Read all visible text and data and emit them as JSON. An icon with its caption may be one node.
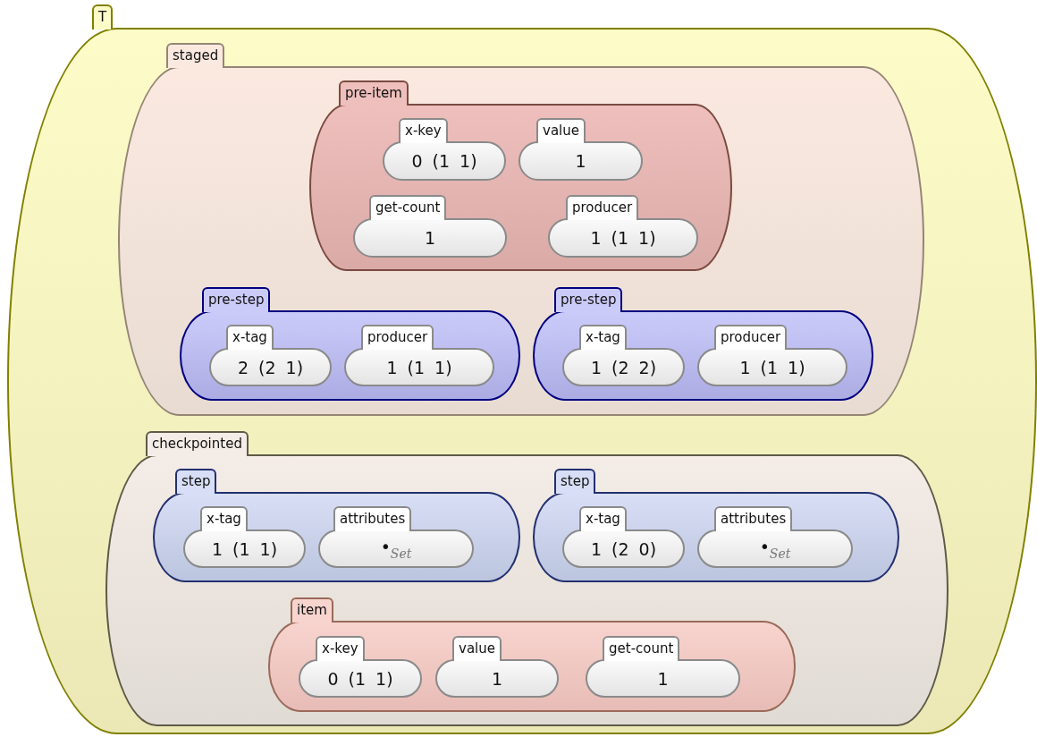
{
  "diagram": {
    "nodes": [
      {
        "text": [
          "T"
        ]
      },
      {
        "text": [
          "staged"
        ],
        "in": 0
      },
      {
        "text": [
          "pre-item"
        ],
        "in": 1
      },
      {
        "text": [
          "x-key",
          "0 (1 1)"
        ],
        "in": 2
      },
      {
        "text": [
          "value",
          "1"
        ],
        "in": 2
      },
      {
        "text": [
          "get-count",
          "1"
        ],
        "in": 2
      },
      {
        "text": [
          "producer",
          "1 (1 1)"
        ],
        "in": 2
      },
      {
        "text": [
          "pre-step"
        ],
        "in": 1
      },
      {
        "text": [
          "x-tag",
          "2 (2 1)"
        ],
        "in": 7
      },
      {
        "text": [
          "producer",
          "1 (1 1)"
        ],
        "in": 7
      },
      {
        "text": [
          "pre-step"
        ],
        "in": 1
      },
      {
        "text": [
          "x-tag",
          "1 (2 2)"
        ],
        "in": 10
      },
      {
        "text": [
          "producer",
          "1 (1 1)"
        ],
        "in": 10
      },
      {
        "text": [
          "checkpointed"
        ],
        "in": 0
      },
      {
        "text": [
          "step"
        ],
        "in": 13
      },
      {
        "text": [
          "x-tag",
          "1 (1 1)"
        ],
        "in": 14
      },
      {
        "text": [
          "attributes",
          "•$_{Set}$"
        ],
        "in": 14
      },
      {
        "text": [
          "step"
        ],
        "in": 13
      },
      {
        "text": [
          "x-tag",
          "1 (2 0)"
        ],
        "in": 17
      },
      {
        "text": [
          "attributes",
          "•$_{Set}$"
        ],
        "in": 17
      },
      {
        "text": [
          "item"
        ],
        "in": 13
      },
      {
        "text": [
          "x-key",
          "0 (1 1)"
        ],
        "in": 20
      },
      {
        "text": [
          "value",
          "1"
        ],
        "in": 20
      },
      {
        "text": [
          "get-count",
          "1"
        ],
        "in": 20
      }
    ]
  }
}
